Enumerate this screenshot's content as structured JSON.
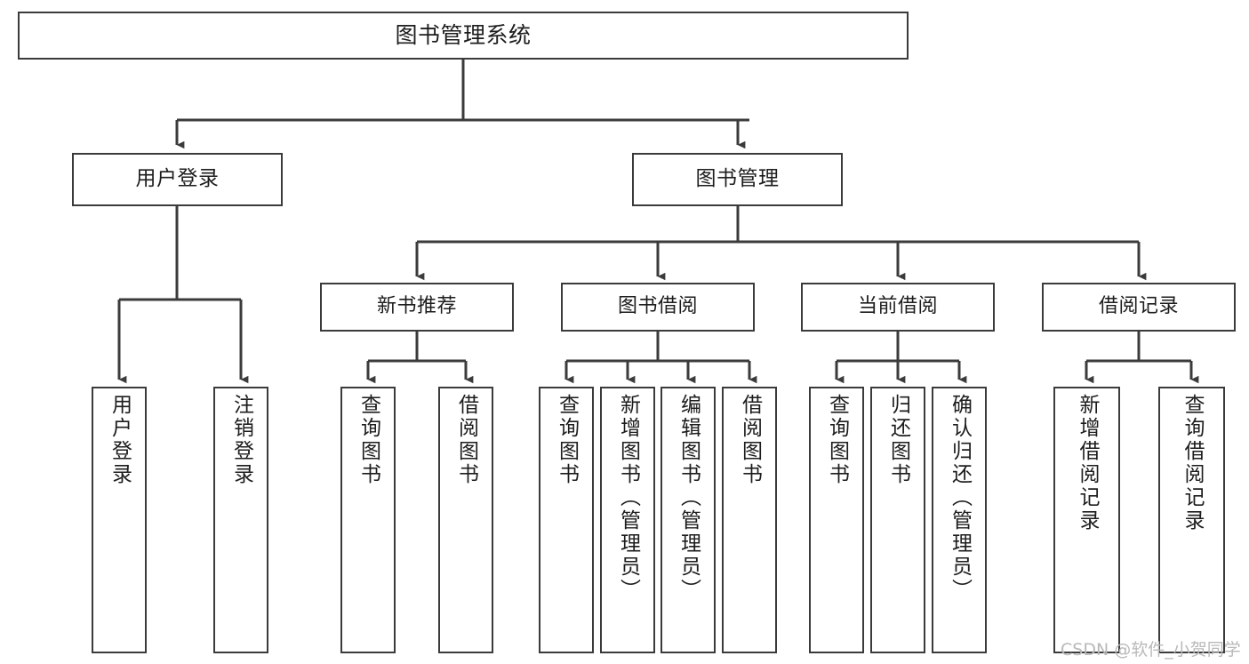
{
  "diagram": {
    "title": "图书管理系统",
    "type": "tree",
    "stroke_color": "#3b3b3b",
    "text_color": "#1d1d1d",
    "background_color": "#ffffff",
    "watermark": "CSDN @软件_小贺同学",
    "watermark_color": "#b9b9b9"
  },
  "nodes": {
    "root": {
      "label": "图书管理系统"
    },
    "level2": [
      {
        "id": "user-login",
        "label": "用户登录"
      },
      {
        "id": "book-manage",
        "label": "图书管理"
      }
    ],
    "level3": [
      {
        "id": "new-book-recommend",
        "label": "新书推荐"
      },
      {
        "id": "book-borrow",
        "label": "图书借阅"
      },
      {
        "id": "current-borrow",
        "label": "当前借阅"
      },
      {
        "id": "borrow-record",
        "label": "借阅记录"
      }
    ],
    "leaves": [
      {
        "id": "leaf-user-login",
        "label": "用户登录",
        "parent": "user-login"
      },
      {
        "id": "leaf-logout-login",
        "label": "注销登录",
        "parent": "user-login"
      },
      {
        "id": "leaf-query-book-1",
        "label": "查询图书",
        "parent": "new-book-recommend"
      },
      {
        "id": "leaf-borrow-book-1",
        "label": "借阅图书",
        "parent": "new-book-recommend"
      },
      {
        "id": "leaf-query-book-2",
        "label": "查询图书",
        "parent": "book-borrow"
      },
      {
        "id": "leaf-add-book",
        "label": "新增图书（管理员）",
        "parent": "book-borrow"
      },
      {
        "id": "leaf-edit-book",
        "label": "编辑图书（管理员）",
        "parent": "book-borrow"
      },
      {
        "id": "leaf-borrow-book-2",
        "label": "借阅图书",
        "parent": "book-borrow"
      },
      {
        "id": "leaf-query-book-3",
        "label": "查询图书",
        "parent": "current-borrow"
      },
      {
        "id": "leaf-return-book",
        "label": "归还图书",
        "parent": "current-borrow"
      },
      {
        "id": "leaf-confirm-return",
        "label": "确认归还（管理员）",
        "parent": "current-borrow"
      },
      {
        "id": "leaf-add-record",
        "label": "新增借阅记录",
        "parent": "borrow-record"
      },
      {
        "id": "leaf-query-record",
        "label": "查询借阅记录",
        "parent": "borrow-record"
      }
    ]
  }
}
